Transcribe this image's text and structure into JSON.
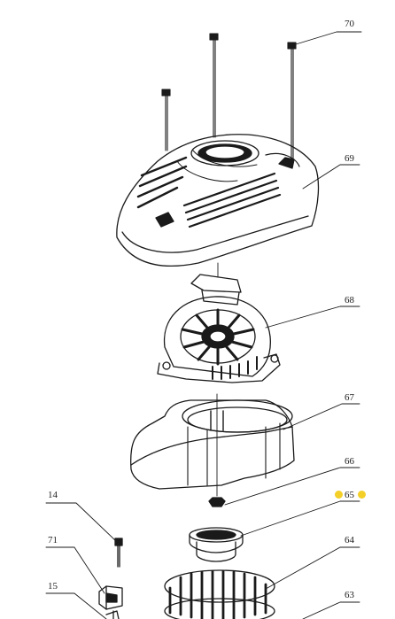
{
  "parts": [
    {
      "id": "p70",
      "number": "70",
      "name": "bolt"
    },
    {
      "id": "p69",
      "number": "69",
      "name": "fan-cover"
    },
    {
      "id": "p68",
      "number": "68",
      "name": "recoil-starter"
    },
    {
      "id": "p67",
      "number": "67",
      "name": "blower-housing"
    },
    {
      "id": "p66",
      "number": "66",
      "name": "nut"
    },
    {
      "id": "p65",
      "number": "65",
      "name": "starter-cup"
    },
    {
      "id": "p64",
      "number": "64",
      "name": "flywheel-fan"
    },
    {
      "id": "p14",
      "number": "14",
      "name": "screw"
    },
    {
      "id": "p71",
      "number": "71",
      "name": "clip"
    },
    {
      "id": "p15",
      "number": "15",
      "name": "bracket"
    },
    {
      "id": "p63",
      "number": "63",
      "name": "flywheel"
    }
  ],
  "highlight_color": "#f3cf27",
  "line_color": "#1a1a1a"
}
